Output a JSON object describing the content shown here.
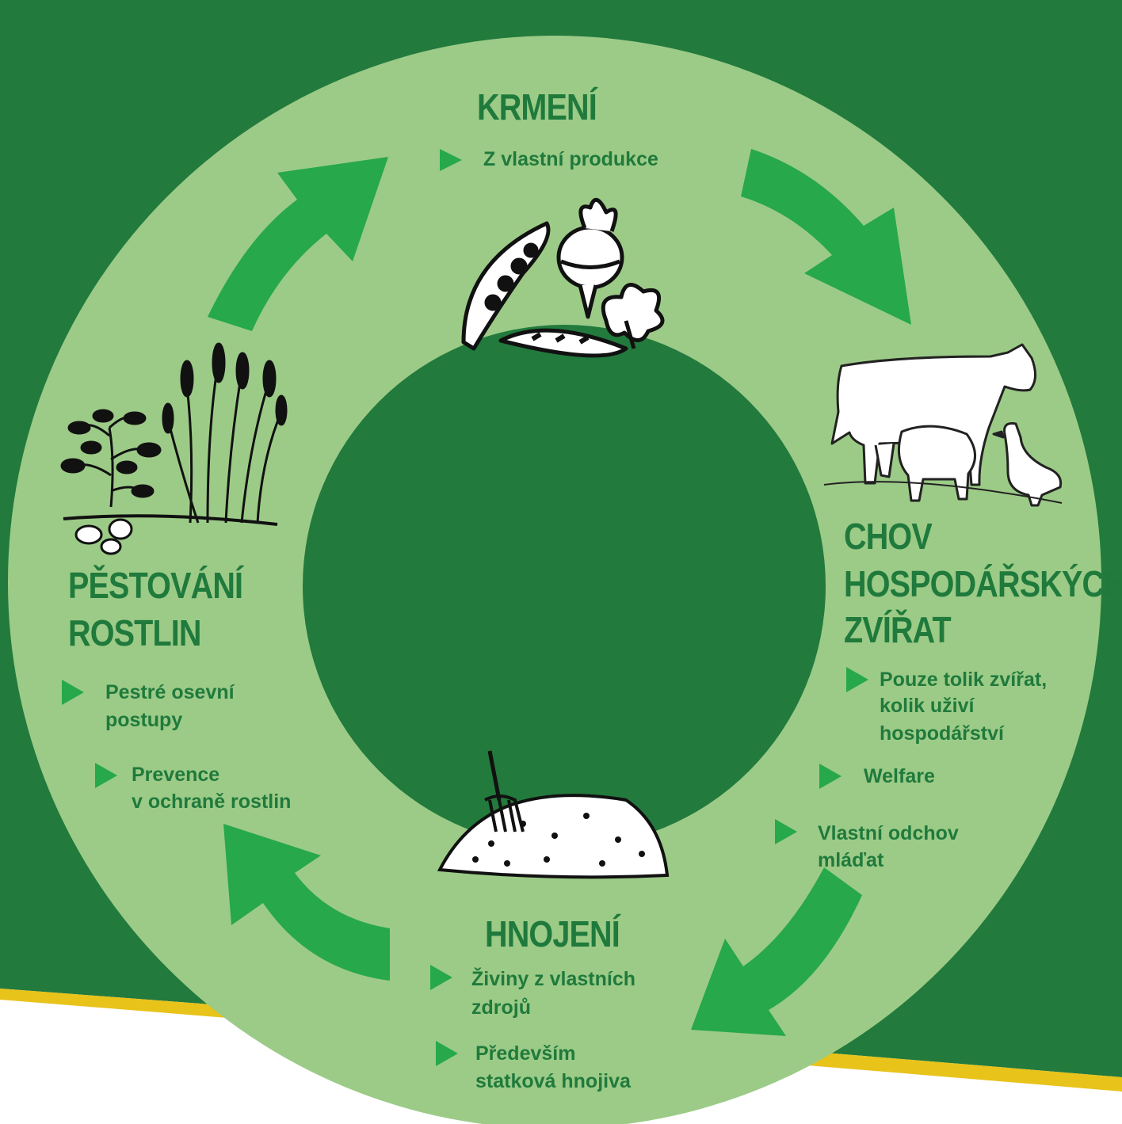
{
  "colors": {
    "background_dark": "#227a3d",
    "ring": "#9ccb87",
    "arrow": "#27a84a",
    "text": "#1f7a3c",
    "accent_stripe": "#e8c31a"
  },
  "sections": {
    "krmeni": {
      "title": "KRMENÍ",
      "items": [
        "Z vlastní produkce"
      ],
      "illustration": "feed-crops-icon"
    },
    "chov": {
      "title_lines": [
        "CHOV",
        "HOSPODÁŘSKÝCH",
        "ZVÍŘAT"
      ],
      "items": [
        {
          "lines": [
            "Pouze tolik zvířat,",
            "kolik uživí",
            "hospodářství"
          ]
        },
        {
          "lines": [
            "Welfare"
          ]
        },
        {
          "lines": [
            "Vlastní odchov",
            "mláďat"
          ]
        }
      ],
      "illustration": "farm-animals-icon"
    },
    "hnojeni": {
      "title": "HNOJENÍ",
      "items": [
        {
          "lines": [
            "Živiny z vlastních",
            " zdrojů"
          ]
        },
        {
          "lines": [
            "Především",
            "statková hnojiva"
          ]
        }
      ],
      "illustration": "manure-heap-icon"
    },
    "pestovani": {
      "title_lines": [
        "PĚSTOVÁNÍ",
        "ROSTLIN"
      ],
      "items": [
        {
          "lines": [
            "Pestré osevní",
            "postupy"
          ]
        },
        {
          "lines": [
            "Prevence",
            "v ochraně rostlin"
          ]
        }
      ],
      "illustration": "crop-plants-icon"
    }
  }
}
